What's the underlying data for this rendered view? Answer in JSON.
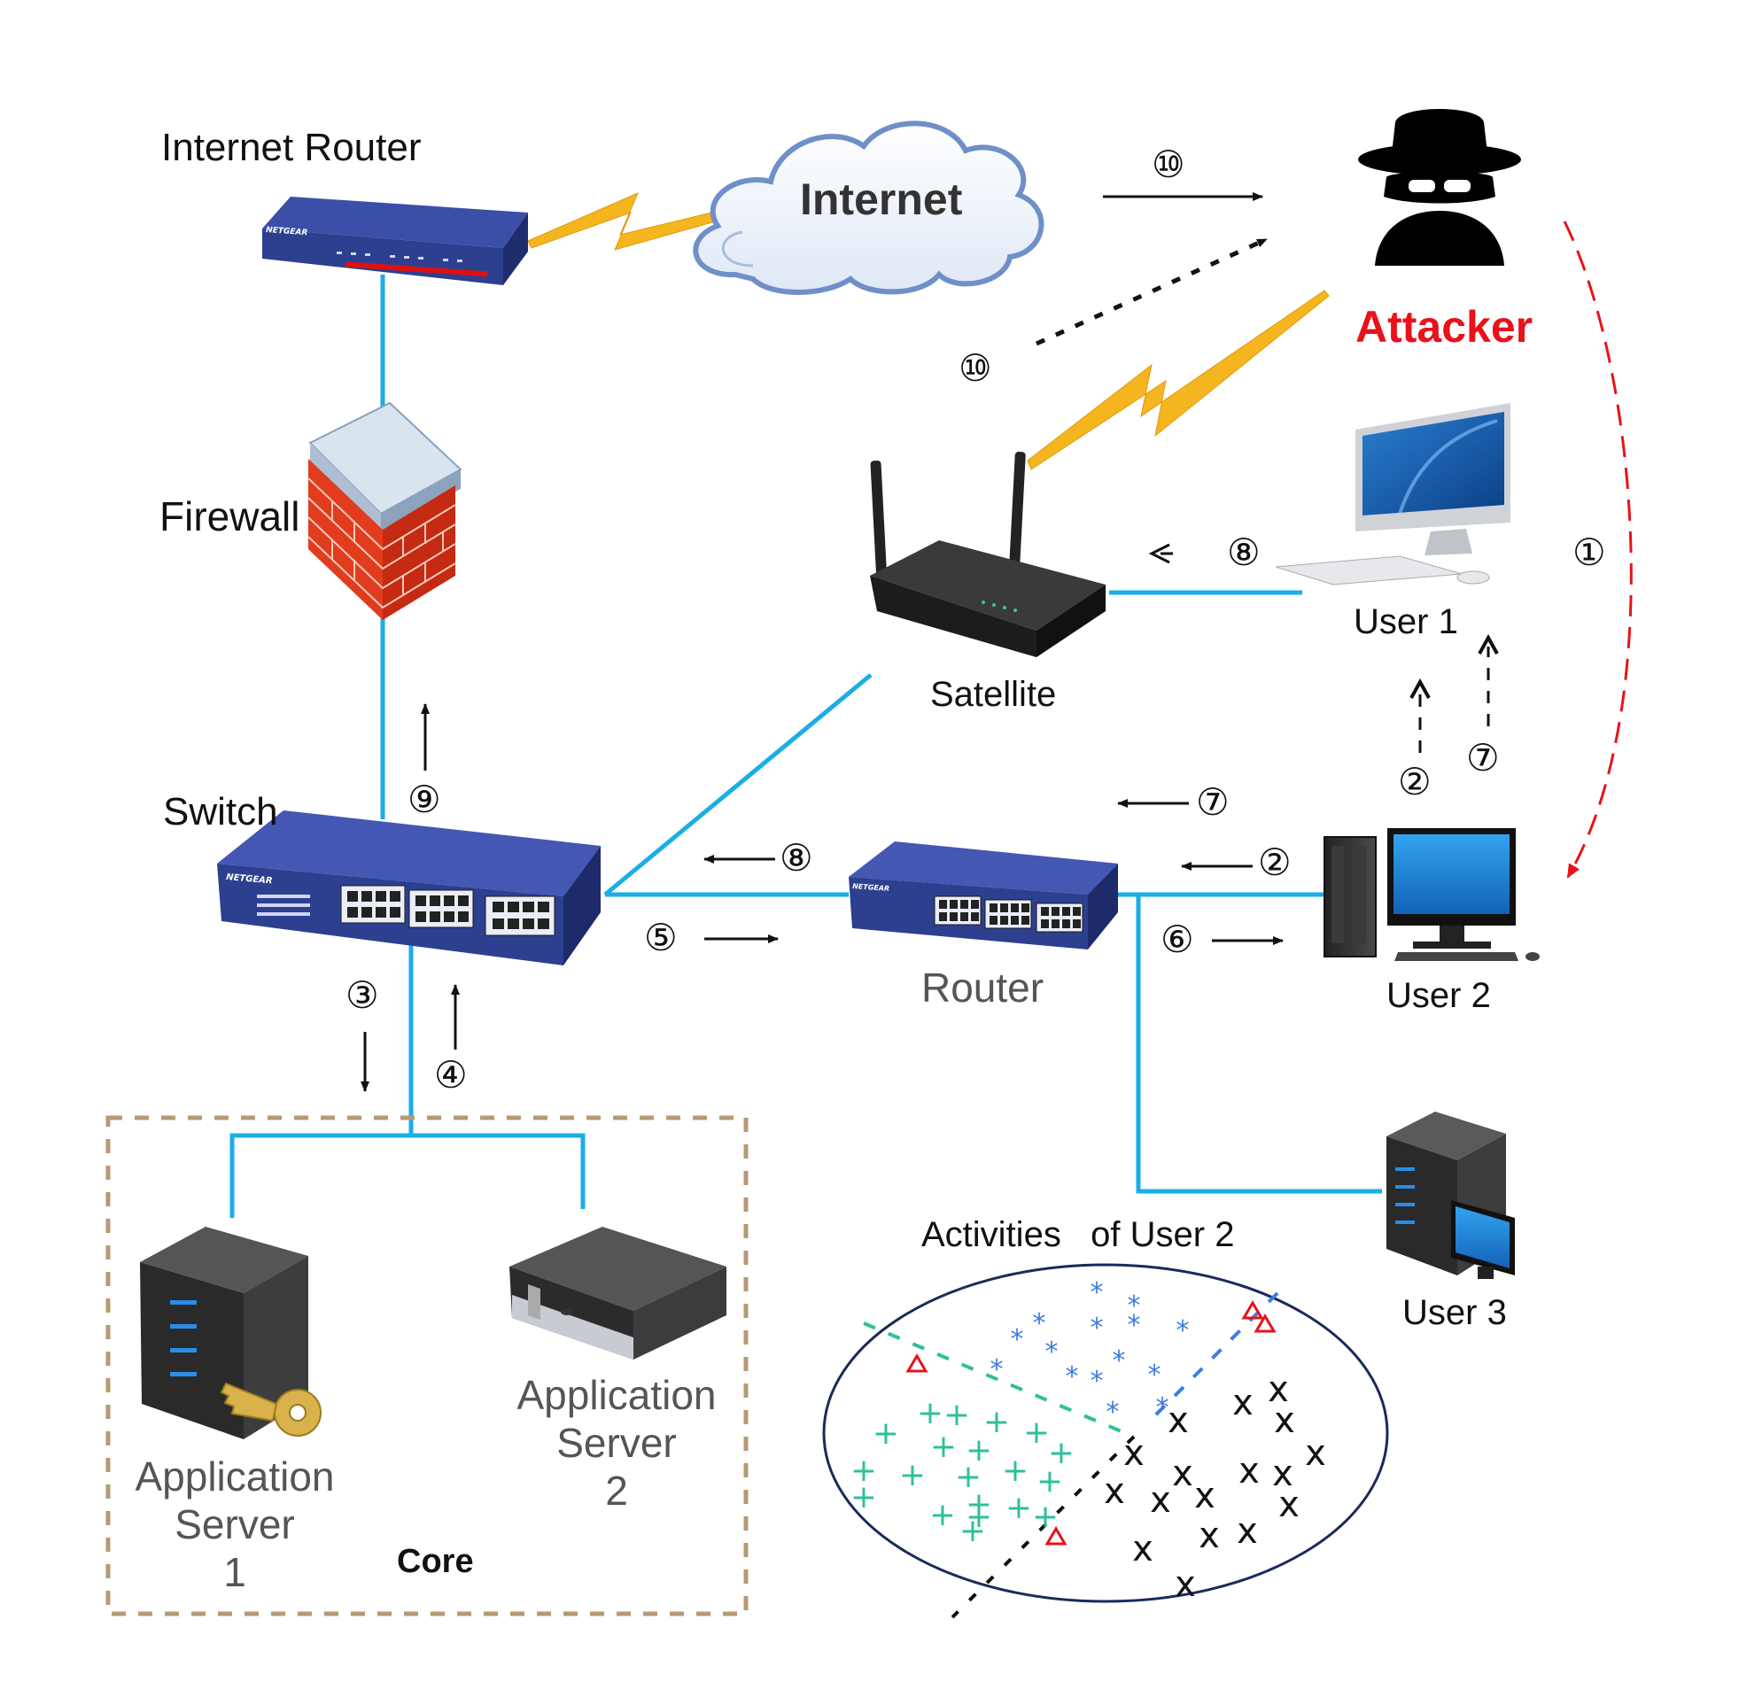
{
  "labels": {
    "internet_router": "Internet Router",
    "internet": "Internet",
    "attacker": "Attacker",
    "firewall": "Firewall",
    "satellite": "Satellite",
    "user1": "User 1",
    "switch": "Switch",
    "router": "Router",
    "user2": "User 2",
    "user3": "User 3",
    "app_server_1": [
      "Application",
      "Server",
      "1"
    ],
    "app_server_2": [
      "Application",
      "Server",
      "2"
    ],
    "core": "Core",
    "activities": "Activities   of User 2"
  },
  "steps": {
    "s1": "①",
    "s2a": "②",
    "s2b": "②",
    "s3": "③",
    "s4": "④",
    "s5": "⑤",
    "s6": "⑥",
    "s7a": "⑦",
    "s7b": "⑦",
    "s8a": "⑧",
    "s8b": "⑧",
    "s9": "⑨",
    "s10a": "⑩",
    "s10b": "⑩"
  },
  "device_brand": "NETGEAR",
  "scatter_markers": {
    "star": "*",
    "plus": "+",
    "x": "x"
  },
  "colors": {
    "link": "#1aaee6",
    "attacker": "#e8121a",
    "lightning": "#f5b51e",
    "core_border": "#b59a72",
    "star": "#3d7de0",
    "plus": "#2fbf9a",
    "triangle": "#e8121a",
    "device_blue": "#2d3f8f"
  }
}
